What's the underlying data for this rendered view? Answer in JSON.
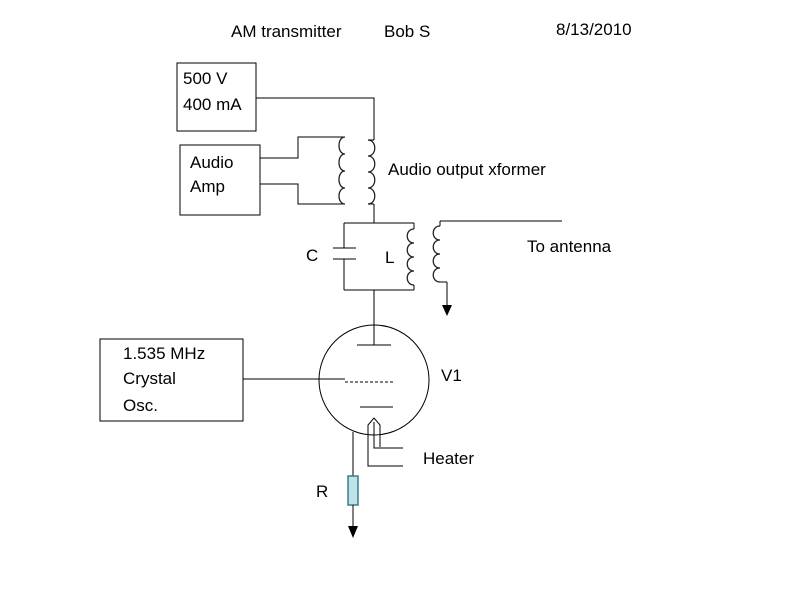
{
  "header": {
    "title": "AM transmitter",
    "author": "Bob S",
    "date": "8/13/2010"
  },
  "power_supply": {
    "line1": "500 V",
    "line2": "400 mA"
  },
  "audio_amp": {
    "line1": "Audio",
    "line2": "Amp"
  },
  "xformer_label": "Audio output xformer",
  "cap_label": "C",
  "inductor_label": "L",
  "antenna_label": "To antenna",
  "oscillator": {
    "line1": "1.535 MHz",
    "line2": "Crystal",
    "line3": "Osc."
  },
  "tube_label": "V1",
  "heater_label": "Heater",
  "resistor_label": "R",
  "colors": {
    "resistor_fill": "#bfe3ea",
    "resistor_stroke": "#3a7d8a"
  }
}
